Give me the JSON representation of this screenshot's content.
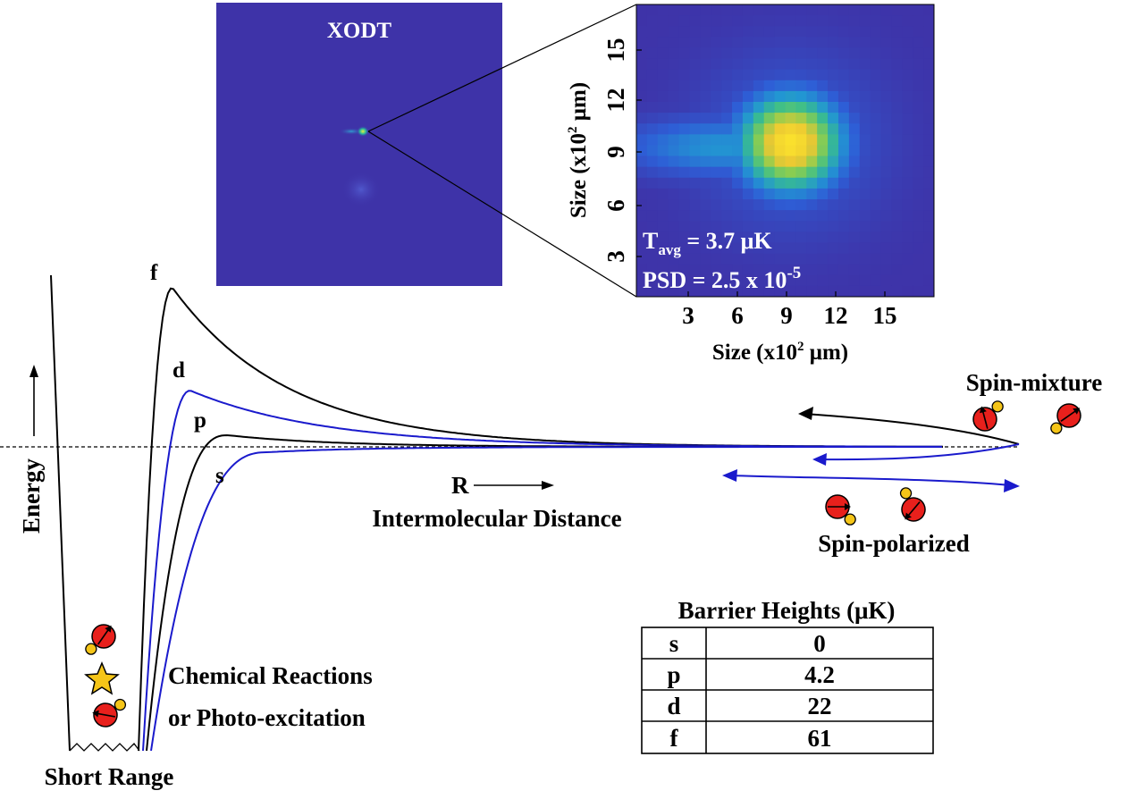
{
  "image_panel": {
    "title": "XODT"
  },
  "zoom_panel": {
    "temperature_prefix": "T",
    "temperature_subscript": "avg",
    "temperature_value": " = 3.7 μK",
    "psd_prefix": "PSD = 2.5 x 10",
    "psd_exponent": "-5",
    "x_label_prefix": "Size (x10",
    "x_label_exponent": "2",
    "x_label_suffix": " μm)",
    "y_label_prefix": "Size (x10",
    "y_label_exponent": "2",
    "y_label_suffix": " μm)",
    "x_ticks": [
      "3",
      "6",
      "9",
      "12",
      "15"
    ],
    "y_ticks": [
      "3",
      "6",
      "9",
      "12",
      "15"
    ],
    "colors": {
      "background": "#3e33a8",
      "peak": "#f7d030"
    }
  },
  "potential_diagram": {
    "wave_labels": [
      "f",
      "d",
      "p",
      "s"
    ],
    "energy_label": "Energy",
    "r_label": "R",
    "distance_label": "Intermolecular Distance",
    "spin_mixture_label": "Spin-mixture",
    "spin_polarized_label": "Spin-polarized",
    "reaction_label_line1": "Chemical Reactions",
    "reaction_label_line2": "or Photo-excitation",
    "short_range_label": "Short Range",
    "colors": {
      "black_curve": "#000000",
      "blue_curve": "#1a1acc",
      "molecule_red": "#e8201c",
      "molecule_yellow": "#f5c518"
    }
  },
  "barrier_table": {
    "title": "Barrier Heights (μK)",
    "rows": [
      {
        "wave": "s",
        "height": "0"
      },
      {
        "wave": "p",
        "height": "4.2"
      },
      {
        "wave": "d",
        "height": "22"
      },
      {
        "wave": "f",
        "height": "61"
      }
    ]
  }
}
